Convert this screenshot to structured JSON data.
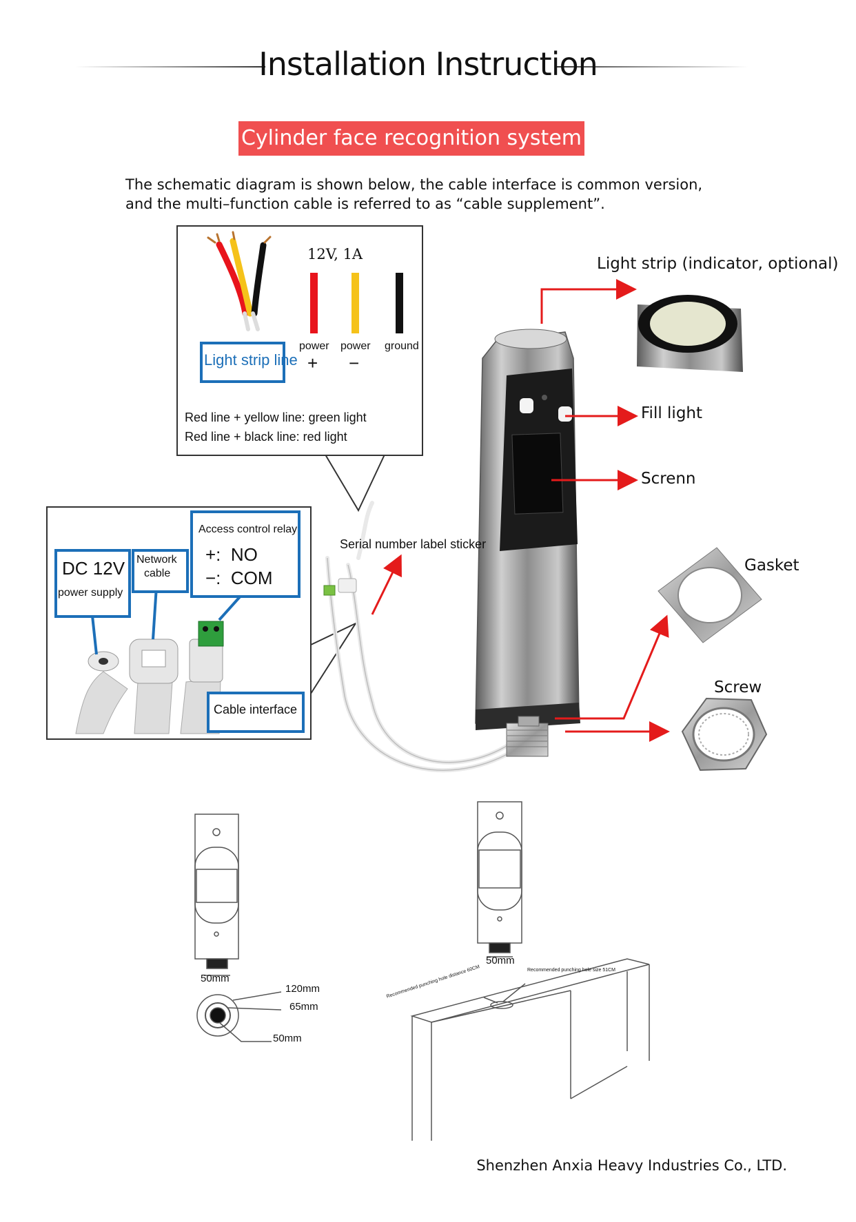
{
  "header": {
    "title": "Installation Instruction",
    "subtitle": "Cylinder face recognition system",
    "intro_line1": "The schematic diagram is shown below, the cable interface is common version,",
    "intro_line2": "and the multi–function cable is referred to as “cable supplement”.",
    "accent_color": "#f04f50"
  },
  "light_strip_box": {
    "voltage": "12V, 1A",
    "label": "Light strip line",
    "wires": [
      {
        "name": "power",
        "sign": "+",
        "color": "#e8141c"
      },
      {
        "name": "power",
        "sign": "−",
        "color": "#f5c21a"
      },
      {
        "name": "ground",
        "sign": "",
        "color": "#111111"
      }
    ],
    "note1": "Red line + yellow line: green light",
    "note2": "Red line +  black line:  red light"
  },
  "cable_box": {
    "dc_title": "DC 12V",
    "dc_sub": "power supply",
    "network_line1": "Network",
    "network_line2": "cable",
    "relay_title": "Access control relay",
    "relay_no": "+:  NO",
    "relay_com": "−:  COM",
    "cable_interface": "Cable interface",
    "box_color": "#1c6fb8"
  },
  "callouts": {
    "light_strip": "Light strip (indicator, optional)",
    "fill_light": "Fill light",
    "screen": "Screnn",
    "serial": "Serial number label sticker",
    "gasket": "Gasket",
    "screw": "Screw"
  },
  "dimensions": {
    "left_width": "50mm",
    "outer": "120mm",
    "middle": "65mm",
    "inner": "50mm",
    "right_width": "50mm",
    "hole_distance": "Recommended punching hole distance 60CM",
    "hole_size": "Recommended punching hole size 51CM"
  },
  "footer": {
    "company": "Shenzhen Anxia Heavy Industries Co., LTD."
  }
}
